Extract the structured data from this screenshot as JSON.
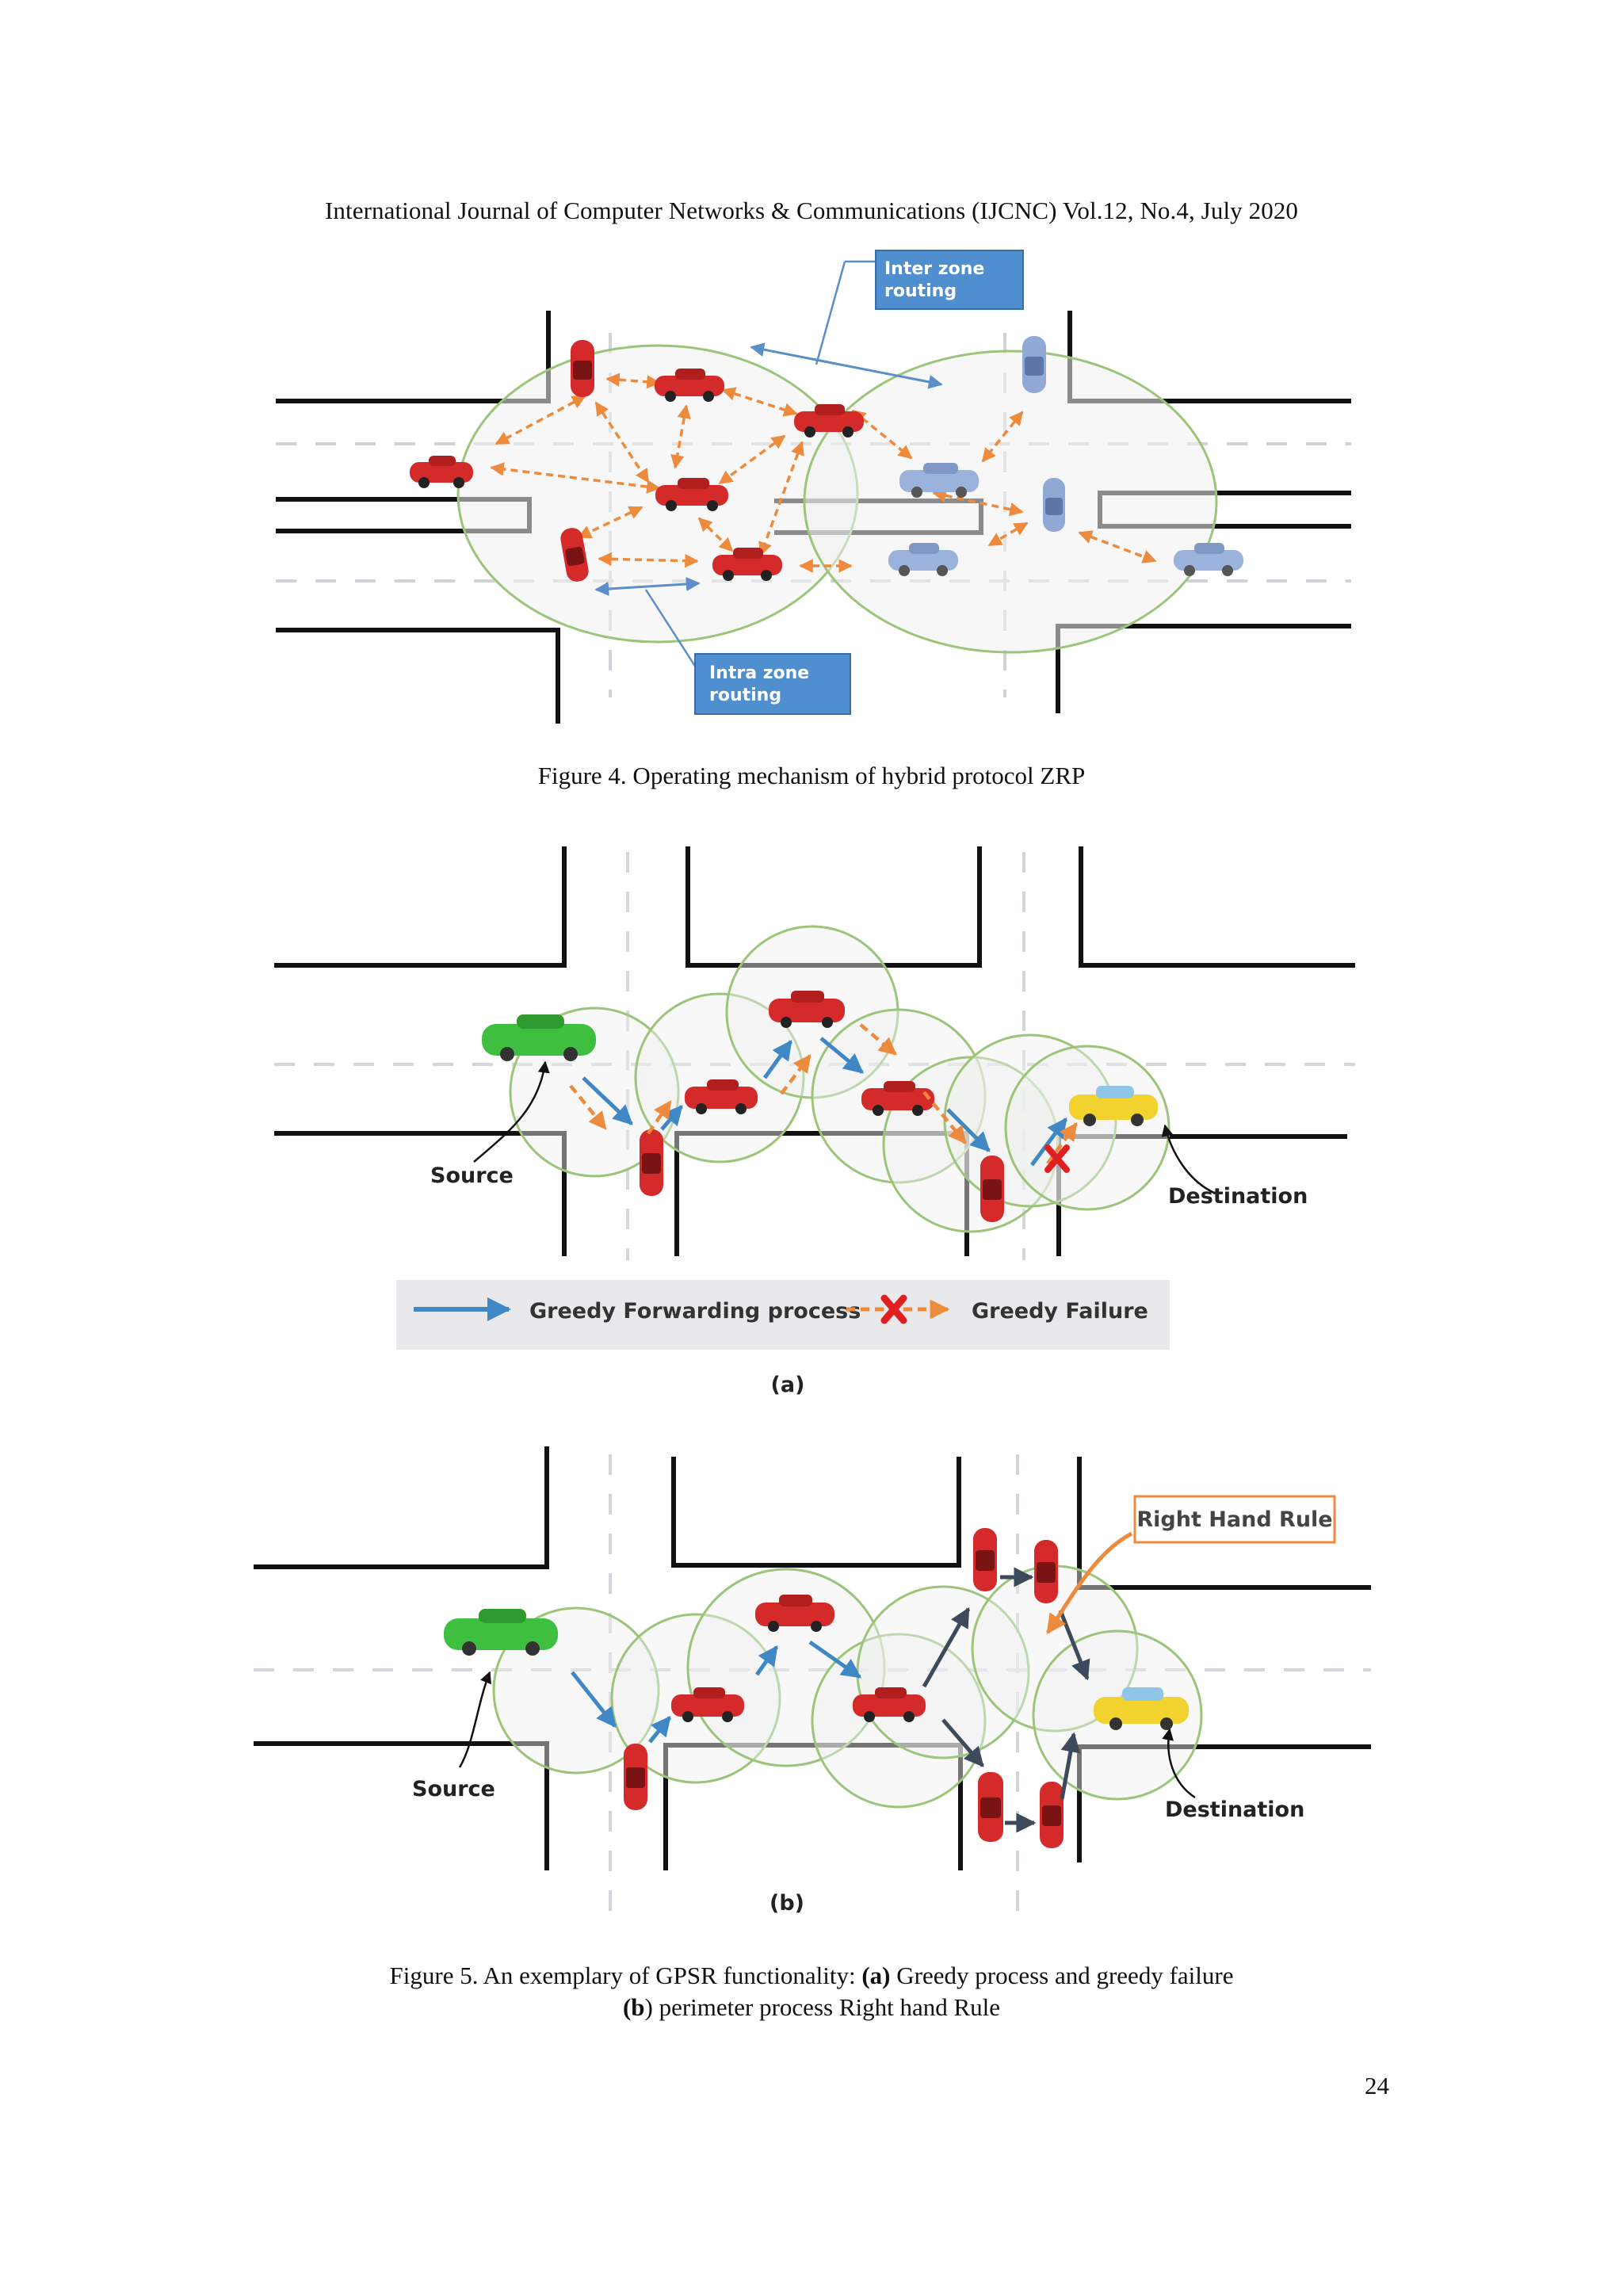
{
  "header": "International Journal of Computer Networks & Communications (IJCNC) Vol.12, No.4, July 2020",
  "figure4": {
    "inter_zone_label": [
      "Inter zone",
      "routing"
    ],
    "intra_zone_label": [
      "Intra zone",
      "routing"
    ],
    "caption": "Figure 4. Operating mechanism of hybrid protocol ZRP"
  },
  "figure5a": {
    "source_label": "Source",
    "destination_label": "Destination",
    "legend_greedy_forwarding": "Greedy Forwarding process",
    "legend_greedy_failure": "Greedy Failure",
    "panel_label": "(a)"
  },
  "figure5b": {
    "source_label": "Source",
    "destination_label": "Destination",
    "right_hand_rule_label": "Right Hand Rule",
    "panel_label": "(b)"
  },
  "figure5_caption": {
    "line1_prefix": "Figure 5. An exemplary of GPSR functionality: ",
    "line1_bold": "(a)",
    "line1_suffix": " Greedy process and greedy failure",
    "line2_bold": "(b",
    "line2_suffix": ") perimeter process Right hand Rule"
  },
  "page_number": "24",
  "colors": {
    "car_red": "#d42a2a",
    "car_blue": "#8fa9d4",
    "car_green": "#3fbf3f",
    "car_yellow": "#f2d22e",
    "zone_circle": "#9cc47a",
    "blue_arrow": "#3f88c5",
    "orange_arrow": "#ee8a3c",
    "dark_arrow": "#3c4a5c",
    "label_box": "#4f8fd0",
    "failure_x": "#e02020"
  }
}
